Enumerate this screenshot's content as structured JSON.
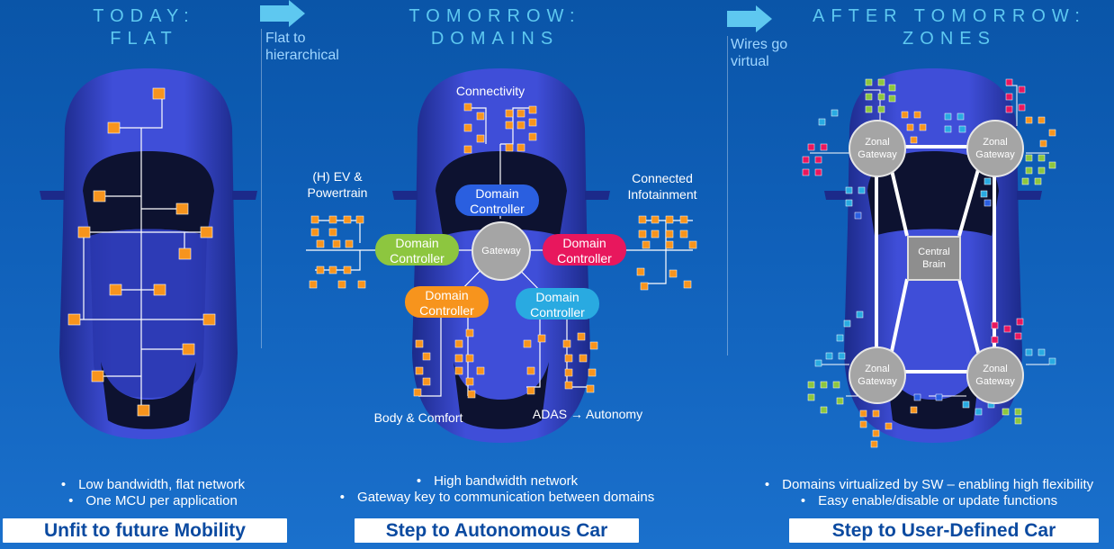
{
  "columns": [
    {
      "heading_line1": "TODAY:",
      "heading_line2": "FLAT",
      "bullets": [
        "Low bandwidth, flat network",
        "One MCU per application"
      ],
      "bottom": "Unfit to future Mobility"
    },
    {
      "heading_line1": "TOMORROW:",
      "heading_line2": "DOMAINS",
      "bullets": [
        "High bandwidth network",
        "Gateway key to communication between domains"
      ],
      "bottom": "Step to Autonomous Car"
    },
    {
      "heading_line1": "AFTER TOMORROW:",
      "heading_line2": "ZONES",
      "bullets": [
        "Domains virtualized by SW – enabling high flexibility",
        "Easy enable/disable or update functions"
      ],
      "bottom": "Step to User-Defined Car"
    }
  ],
  "transitions": [
    {
      "line1": "Flat to",
      "line2": "hierarchical"
    },
    {
      "line1": "Wires go",
      "line2": "virtual"
    }
  ],
  "domains": {
    "gateway": "Gateway",
    "controller_line1": "Domain",
    "controller_line2": "Controller",
    "labels": {
      "connectivity": "Connectivity",
      "ev_line1": "(H) EV &",
      "ev_line2": "Powertrain",
      "infotainment_line1": "Connected",
      "infotainment_line2": "Infotainment",
      "body": "Body & Comfort",
      "adas": "ADAS → Autonomy"
    }
  },
  "zones": {
    "zonal_line1": "Zonal",
    "zonal_line2": "Gateway",
    "brain_line1": "Central",
    "brain_line2": "Brain"
  },
  "colors": {
    "heading": "#5ec8f0",
    "node_orange": "#f7941d",
    "connectivity": "#2a5fe0",
    "powertrain": "#8dc63f",
    "infotainment": "#e8175d",
    "body": "#f7941d",
    "adas": "#29aae1",
    "gateway": "#a5a5a5",
    "bottom_text": "#0b4aa0"
  }
}
